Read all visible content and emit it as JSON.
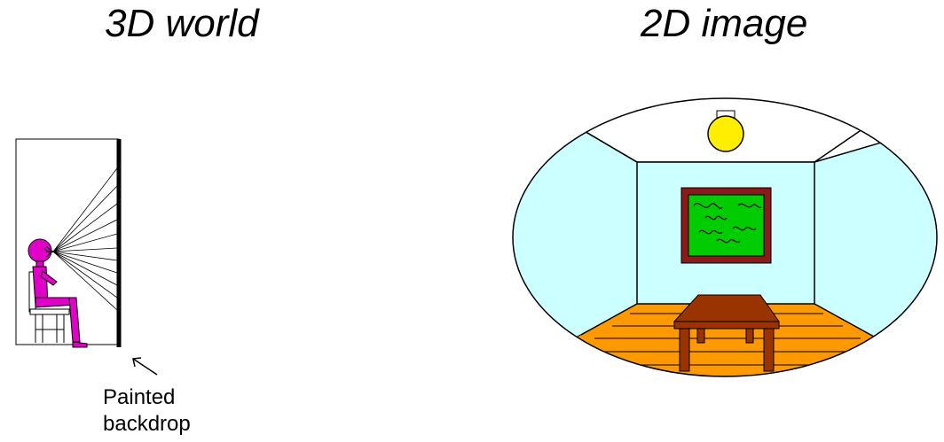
{
  "left_panel": {
    "title": "3D world",
    "caption_line1": "Painted",
    "caption_line2": "backdrop"
  },
  "right_panel": {
    "title": "2D image"
  },
  "colors": {
    "person": "#e000c8",
    "wall": "#ccffff",
    "lamp": "#ffee00",
    "painting_frame": "#8b1a1a",
    "painting_canvas": "#00cc00",
    "floor": "#ff9900",
    "table": "#993300"
  }
}
